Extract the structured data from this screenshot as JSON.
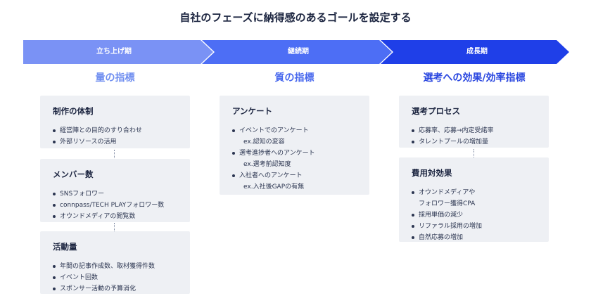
{
  "title": "自社のフェーズに納得感のあるゴールを設定する",
  "colors": {
    "phase1": "#7a92f5",
    "phase2": "#4d6ef5",
    "phase3": "#1f3fe8"
  },
  "phases": [
    {
      "label": "立ち上げ期",
      "metric": "量の指標",
      "metric_color": "#6f8ef0"
    },
    {
      "label": "継続期",
      "metric": "質の指標",
      "metric_color": "#4868ee"
    },
    {
      "label": "成長期",
      "metric": "選考への効果/効率指標",
      "metric_color": "#2a47e0"
    }
  ],
  "columns": [
    {
      "cards": [
        {
          "title": "制作の体制",
          "items": [
            "経営陣との目的のすり合わせ",
            "外部リソースの活用"
          ]
        },
        {
          "title": "メンバー数",
          "items": [
            "SNSフォロワー",
            "connpass/TECH PLAYフォロワー数",
            "オウンドメディアの閲覧数"
          ]
        },
        {
          "title": "活動量",
          "items": [
            "年間の記事作成数、取材獲得件数",
            "イベント回数",
            "スポンサー活動の予算消化"
          ]
        }
      ]
    },
    {
      "cards": [
        {
          "title": "アンケート",
          "items": [
            "イベントでのアンケート",
            "ex.認知の変容",
            "選考進捗者へのアンケート",
            "ex.選考前認知度",
            "入社者へのアンケート",
            "ex.入社後GAPの有無"
          ]
        }
      ]
    },
    {
      "cards": [
        {
          "title": "選考プロセス",
          "items": [
            "応募率、応募→内定受諾率",
            "タレントプールの増加量"
          ]
        },
        {
          "title": "費用対効果",
          "items": [
            "オウンドメディアや",
            "フォロワー獲得CPA",
            "採用単価の減少",
            "リファラル採用の増加",
            "自然応募の増加"
          ]
        }
      ]
    }
  ]
}
